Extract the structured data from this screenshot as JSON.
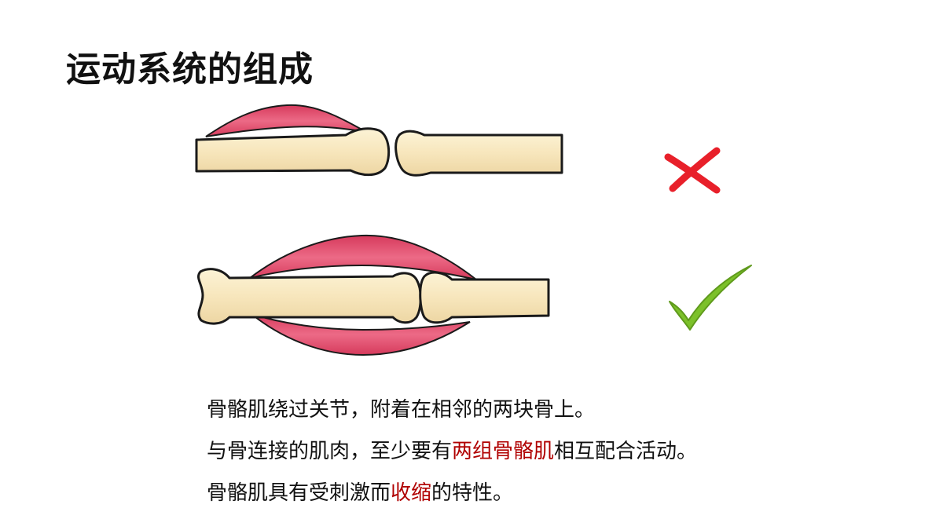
{
  "slide": {
    "title": "运动系统的组成"
  },
  "text_lines": {
    "line1": "骨骼肌绕过关节，附着在相邻的两块骨上。",
    "line2_before": "与骨连接的肌肉，至少要有",
    "line2_highlight": "两组骨骼肌",
    "line2_after": "相互配合活动。",
    "line3_before": "骨骼肌具有受刺激而",
    "line3_highlight": "收缩",
    "line3_after": "的特性。"
  },
  "icons": {
    "wrong": "cross-mark-icon",
    "correct": "check-mark-icon"
  },
  "colors": {
    "highlight": "#b00000",
    "muscle": "#e0506e",
    "bone": "#f8e8c0",
    "cross": "#e8202a",
    "check": "#7cc12a"
  }
}
